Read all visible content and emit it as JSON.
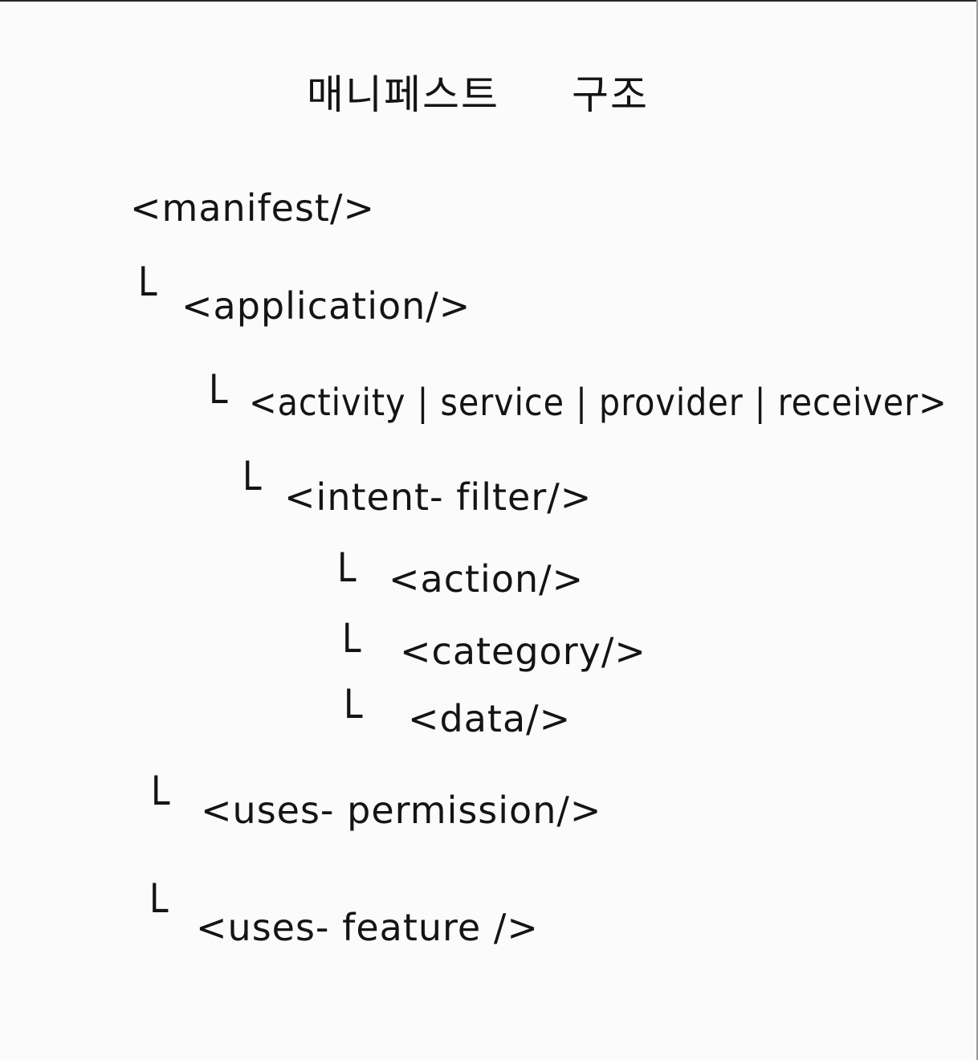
{
  "title": {
    "part1": "매니페스트",
    "part2": "구조"
  },
  "tree": {
    "root": "<manifest/>",
    "branch_glyph": "L",
    "application": "<application/>",
    "components": "<activity | service | provider | receiver>",
    "intent_filter": "<intent- filter/>",
    "action": "<action/>",
    "category": "<category/>",
    "data": "<data/>",
    "uses_permission": "<uses- permission/>",
    "uses_feature": "<uses- feature />"
  }
}
